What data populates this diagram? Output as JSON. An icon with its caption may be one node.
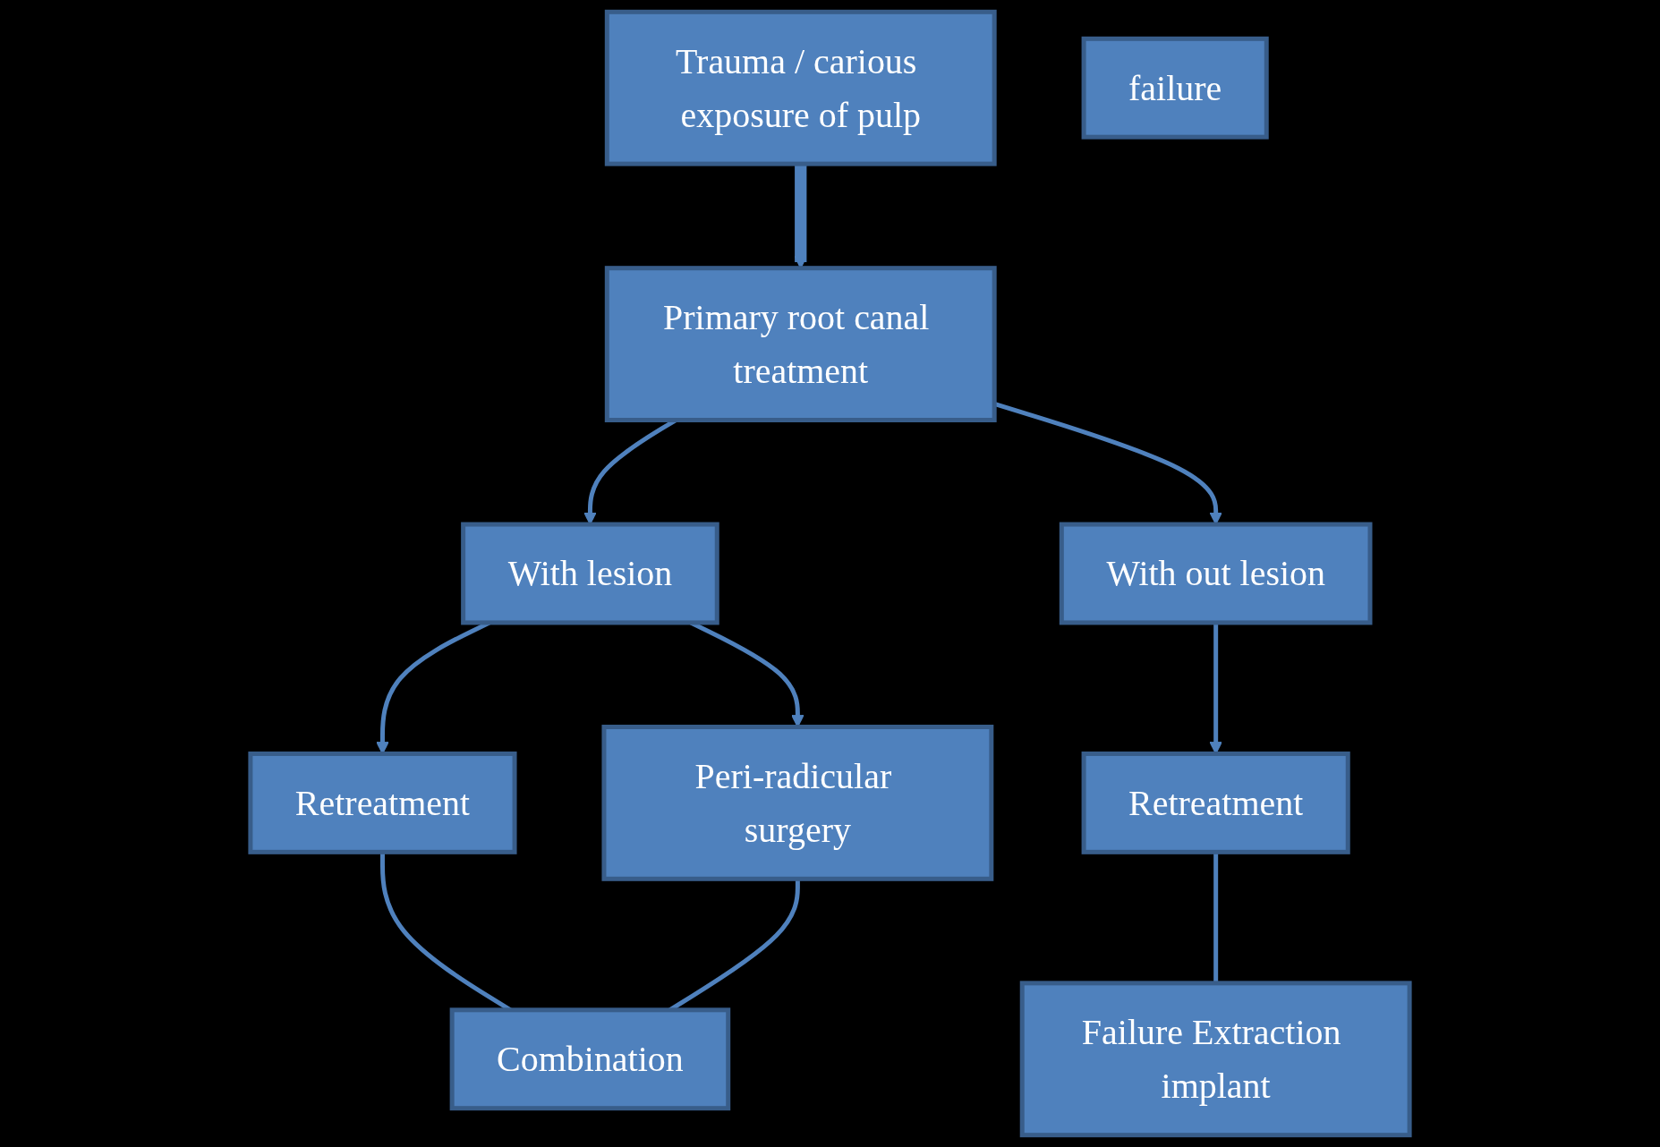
{
  "diagram": {
    "nodes": [
      {
        "text": [
          "Trauma / carious exposure of pulp"
        ]
      },
      {
        "text": [
          "Primary root canal treatment"
        ]
      },
      {
        "text": [
          "failure"
        ]
      },
      {
        "text": [
          "With lesion"
        ]
      },
      {
        "text": [
          "With out lesion"
        ]
      },
      {
        "text": [
          "Retreatment"
        ]
      },
      {
        "text": [
          "Peri-radicular surgery"
        ]
      },
      {
        "text": [
          "Retreatment"
        ]
      },
      {
        "text": [
          "Combination"
        ]
      },
      {
        "text": [
          "Failure Extraction implant"
        ]
      }
    ],
    "edges": [
      {
        "from": 0,
        "to": 1,
        "arrow": "to",
        "style": "thick"
      },
      {
        "from": 1,
        "to": 3,
        "arrow": "to"
      },
      {
        "from": 1,
        "to": 4,
        "arrow": "to"
      },
      {
        "from": 3,
        "to": 5,
        "arrow": "to"
      },
      {
        "from": 3,
        "to": 6,
        "arrow": "to"
      },
      {
        "from": 4,
        "to": 7,
        "arrow": "to"
      },
      {
        "from": 5,
        "to": 8,
        "arrow": "none"
      },
      {
        "from": 6,
        "to": 8,
        "arrow": "none"
      },
      {
        "from": 7,
        "to": 9,
        "arrow": "none"
      }
    ]
  }
}
